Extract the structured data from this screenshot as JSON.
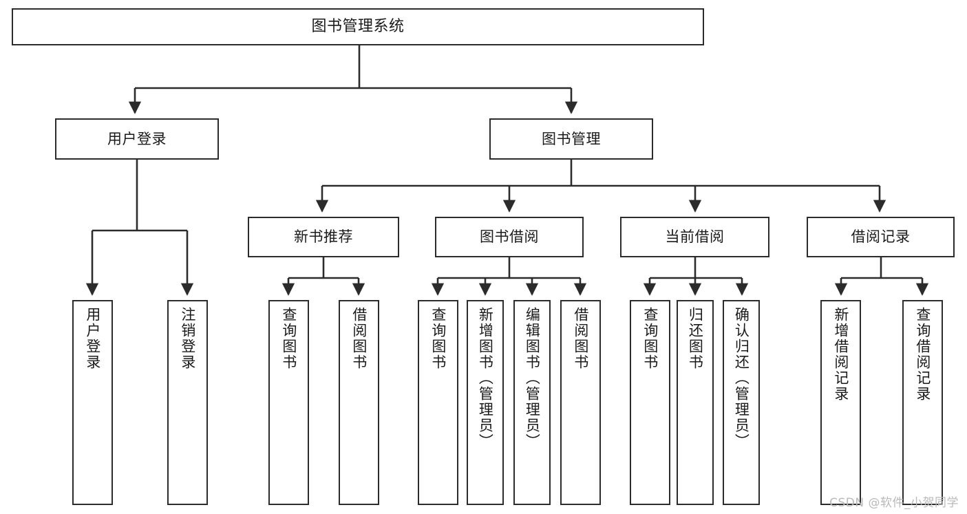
{
  "diagram": {
    "title": "图书管理系统",
    "type": "tree",
    "colors": {
      "stroke": "#2b2b2b",
      "fill": "#ffffff",
      "text": "#1a1a1a",
      "watermark": "#b9b9b9"
    },
    "watermark": "CSDN @软件_小贺同学",
    "nodes": {
      "root": {
        "label": "图书管理系统"
      },
      "level2": [
        {
          "label": "用户登录"
        },
        {
          "label": "图书管理"
        }
      ],
      "level3": [
        {
          "label": "新书推荐"
        },
        {
          "label": "图书借阅"
        },
        {
          "label": "当前借阅"
        },
        {
          "label": "借阅记录"
        }
      ],
      "leaves_user_login": [
        {
          "label": "用户登录"
        },
        {
          "label": "注销登录"
        }
      ],
      "leaves_new_book": [
        {
          "label": "查询图书"
        },
        {
          "label": "借阅图书"
        }
      ],
      "leaves_borrow": [
        {
          "label": "查询图书"
        },
        {
          "label": "新增图书（管理员）"
        },
        {
          "label": "编辑图书（管理员）"
        },
        {
          "label": "借阅图书"
        }
      ],
      "leaves_current": [
        {
          "label": "查询图书"
        },
        {
          "label": "归还图书"
        },
        {
          "label": "确认归还（管理员）"
        }
      ],
      "leaves_record": [
        {
          "label": "新增借阅记录"
        },
        {
          "label": "查询借阅记录"
        }
      ]
    }
  }
}
